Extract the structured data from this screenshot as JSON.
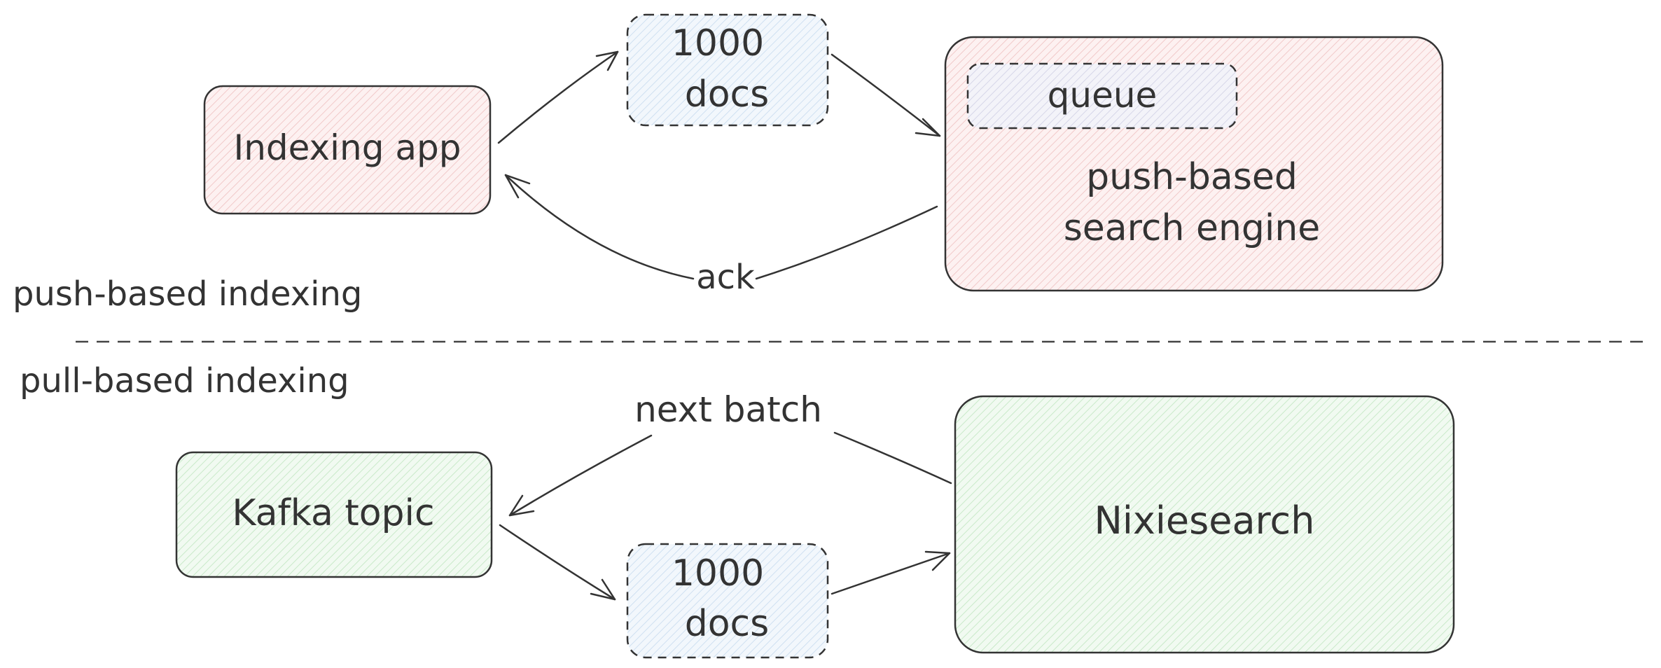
{
  "push_section": {
    "label": "push-based indexing",
    "indexing_app": "Indexing app",
    "batch_line1": "1000",
    "batch_line2": "docs",
    "queue": "queue",
    "engine_line1": "push-based",
    "engine_line2": "search engine",
    "ack": "ack"
  },
  "pull_section": {
    "label": "pull-based indexing",
    "kafka_topic": "Kafka topic",
    "next_batch": "next batch",
    "batch_line1": "1000",
    "batch_line2": "docs",
    "engine": "Nixiesearch"
  },
  "colors": {
    "push_fill": "#fbe6e6",
    "pull_fill": "#e4f5e4",
    "batch_fill": "#e6f0fa",
    "queue_fill": "#e8e8f3",
    "stroke": "#333333"
  }
}
